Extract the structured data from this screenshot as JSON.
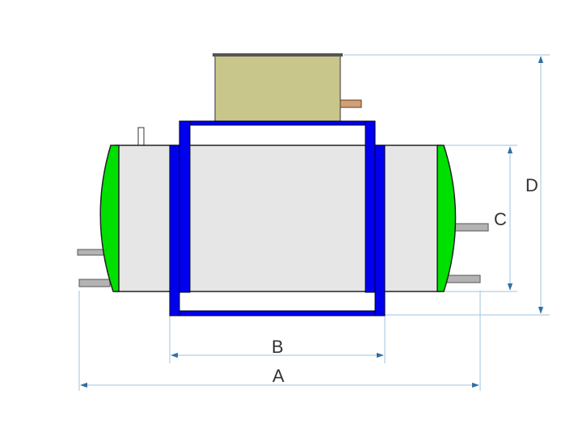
{
  "dimensions": {
    "a": "A",
    "b": "B",
    "c": "C",
    "d": "D"
  },
  "colors": {
    "tank_body": "#e6e6e6",
    "end_caps": "#00e000",
    "frame": "#0000ee",
    "box": "#c8c68a",
    "fittings": "#b3b3b3",
    "dimension_lines": "#9fc3dd",
    "arrows": "#2e6fa6",
    "labels": "#333333"
  }
}
